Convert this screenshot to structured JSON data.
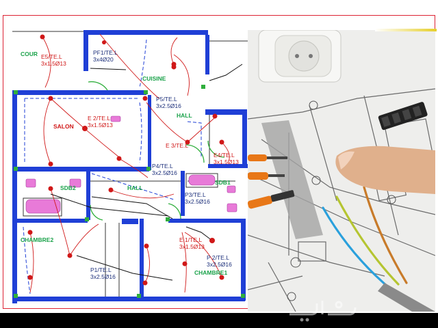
{
  "plan": {
    "rooms": [
      {
        "name": "COUR"
      },
      {
        "name": "CUISINE"
      },
      {
        "name": "HALL"
      },
      {
        "name": "SALON"
      },
      {
        "name": "SDB2"
      },
      {
        "name": "HALL"
      },
      {
        "name": "SDB1"
      },
      {
        "name": "CHAMBRE2"
      },
      {
        "name": "CHAMBRE1"
      }
    ],
    "circuits": [
      {
        "line1": "E5/TE.L",
        "line2": "3x1.5Ø13"
      },
      {
        "line1": "PF1/TE.L",
        "line2": "3x4Ø20"
      },
      {
        "line1": "P5/TE.L",
        "line2": "3x2.5Ø16"
      },
      {
        "line1": "E 2/TE.L",
        "line2": "3x1.5Ø13"
      },
      {
        "line1": "E 3/TE.L",
        "line2": ""
      },
      {
        "line1": "E4/TE.L",
        "line2": "3x1.5Ø13"
      },
      {
        "line1": "P4/TE.L",
        "line2": "3x2.5Ø16"
      },
      {
        "line1": "P3/TE.L",
        "line2": "3x2.5Ø16"
      },
      {
        "line1": "E 1/TE.L",
        "line2": "3x1.5Ø13"
      },
      {
        "line1": "P 2/TE.L",
        "line2": "3x2.5Ø16"
      },
      {
        "line1": "P1/TE.L",
        "line2": "3x2.5Ø16"
      }
    ]
  },
  "photo_icon": "socket-and-wire-photo",
  "watermark_icon": "watermark-logo",
  "colors": {
    "wall": "#1f3fd6",
    "wire": "#d01818",
    "label_green": "#1aa24a",
    "label_blue": "#1c2f7a"
  }
}
